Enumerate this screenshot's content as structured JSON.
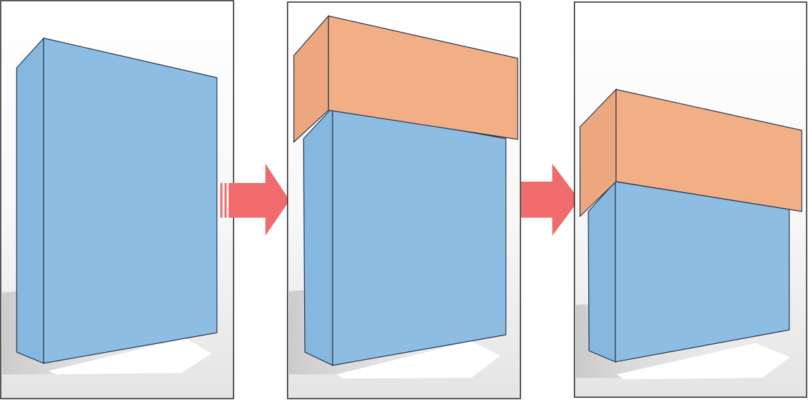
{
  "colors": {
    "background": "#ffffff",
    "panel_border": "#222222",
    "floor": "#e6e6e6",
    "shadow": "#c9c9c9",
    "box_front": "#8dbde3",
    "box_side": "#86b7df",
    "box_edge": "#1f3347",
    "lid_front": "#f2ae85",
    "lid_side": "#eda77e",
    "arrow": "#f06b6b"
  },
  "panels": [
    {
      "name": "panel-1-tall-box",
      "has_lid": false
    },
    {
      "name": "panel-2-box-with-lid",
      "has_lid": true
    },
    {
      "name": "panel-3-shorter-box-with-lid",
      "has_lid": true
    }
  ],
  "arrows": [
    {
      "name": "arrow-1",
      "has_stripes": true
    },
    {
      "name": "arrow-2",
      "has_stripes": false
    }
  ]
}
